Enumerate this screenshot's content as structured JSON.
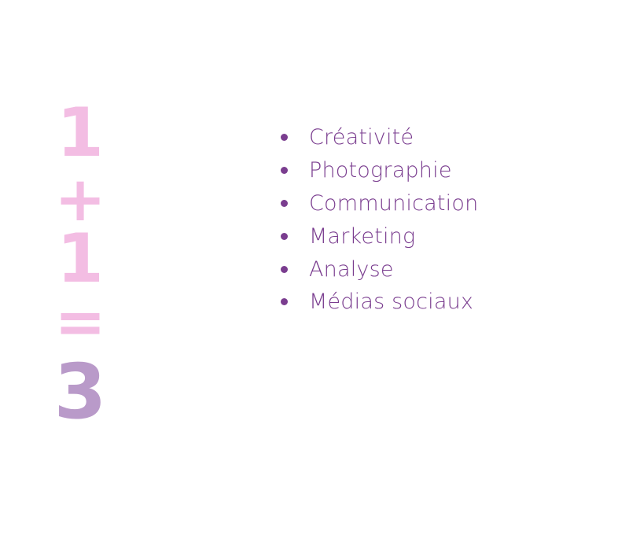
{
  "colors": {
    "equation_light": "#f3bde3",
    "equation_dark": "#b99ac9",
    "list_text": "#7a3d8f",
    "bullet": "#7a3d8f",
    "background": "#ffffff"
  },
  "equation": {
    "first": "1",
    "plus": "+",
    "second": "1",
    "equals": "=",
    "result": "3"
  },
  "skills": [
    "Créativité",
    "Photographie",
    "Communication",
    "Marketing",
    "Analyse",
    "Médias sociaux"
  ]
}
